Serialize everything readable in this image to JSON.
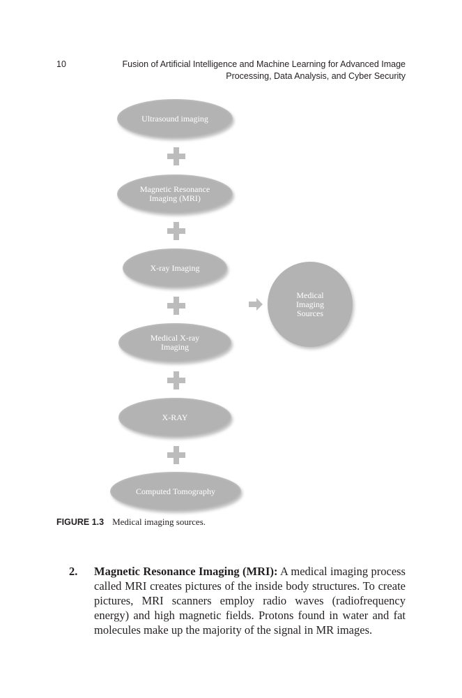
{
  "header": {
    "page_number": "10",
    "title_line1": "Fusion of Artificial Intelligence and Machine Learning for Advanced Image",
    "title_line2": "Processing, Data Analysis, and Cyber Security"
  },
  "figure": {
    "nodes": [
      {
        "line1": "Ultrasound imaging",
        "line2": ""
      },
      {
        "line1": "Magnetic Resonance",
        "line2": "Imaging (MRI)"
      },
      {
        "line1": "X-ray Imaging",
        "line2": ""
      },
      {
        "line1": "Medical X-ray",
        "line2": "Imaging"
      },
      {
        "line1": "X-RAY",
        "line2": ""
      },
      {
        "line1": "Computed Tomography",
        "line2": ""
      }
    ],
    "result": {
      "line1": "Medical",
      "line2": "Imaging",
      "line3": "Sources"
    },
    "caption_label": "FIGURE 1.3",
    "caption_text": "Medical imaging sources."
  },
  "list_item": {
    "number": "2.",
    "term": "Magnetic Resonance Imaging (MRI):",
    "text": " A medical imaging process called MRI creates pictures of the inside body structures. To create pictures, MRI scanners employ radio waves (radiofrequency energy) and high magnetic fields. Protons found in water and fat molecules make up the majority of the signal in MR images."
  },
  "colors": {
    "node_fill": "#b3b3b3",
    "connector_fill": "#bcbcbc",
    "text": "#231f20"
  }
}
